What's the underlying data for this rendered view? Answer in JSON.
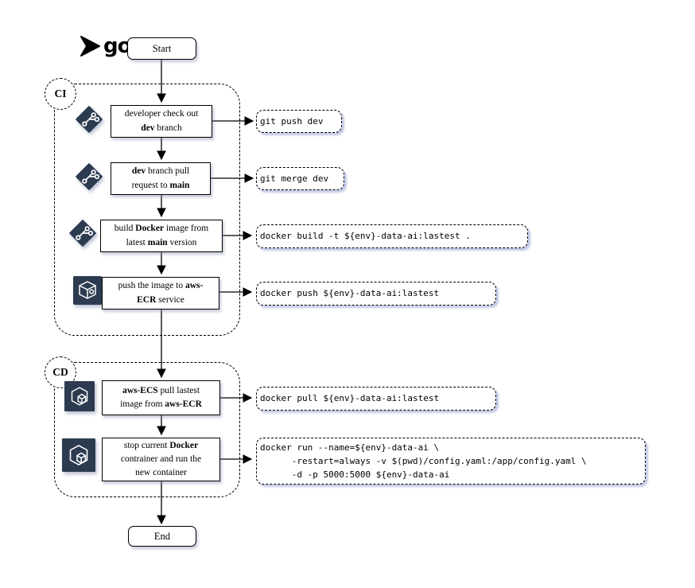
{
  "logo": {
    "text": "go"
  },
  "terminals": {
    "start": "Start",
    "end": "End"
  },
  "groups": [
    {
      "label": "CI"
    },
    {
      "label": "CD"
    }
  ],
  "colors": {
    "icon_bg": "#2d3b50",
    "line": "#000000",
    "command_shadow": "#c3c8e6"
  },
  "rows": [
    {
      "icon": "git-icon",
      "lines": [
        [
          {
            "t": "developer check out",
            "b": 0
          }
        ],
        [
          {
            "t": "dev",
            "b": 1
          },
          {
            "t": " branch",
            "b": 0
          }
        ]
      ],
      "command": "git push dev"
    },
    {
      "icon": "git-icon",
      "lines": [
        [
          {
            "t": "dev",
            "b": 1
          },
          {
            "t": " branch pull",
            "b": 0
          }
        ],
        [
          {
            "t": "request to ",
            "b": 0
          },
          {
            "t": "main",
            "b": 1
          }
        ]
      ],
      "command": "git merge dev"
    },
    {
      "icon": "git-icon",
      "lines": [
        [
          {
            "t": "build ",
            "b": 0
          },
          {
            "t": "Docker",
            "b": 1
          },
          {
            "t": " image from",
            "b": 0
          }
        ],
        [
          {
            "t": "latest ",
            "b": 0
          },
          {
            "t": "main",
            "b": 1
          },
          {
            "t": " version",
            "b": 0
          }
        ]
      ],
      "command": "docker build -t ${env}-data-ai:lastest ."
    },
    {
      "icon": "aws-ecr-icon",
      "lines": [
        [
          {
            "t": "push the image to ",
            "b": 0
          },
          {
            "t": "aws-",
            "b": 1
          }
        ],
        [
          {
            "t": "ECR",
            "b": 1
          },
          {
            "t": " service",
            "b": 0
          }
        ]
      ],
      "command": "docker push ${env}-data-ai:lastest"
    },
    {
      "icon": "aws-ecs-icon",
      "lines": [
        [
          {
            "t": "aws-ECS",
            "b": 1
          },
          {
            "t": " pull lastest",
            "b": 0
          }
        ],
        [
          {
            "t": "image from ",
            "b": 0
          },
          {
            "t": "aws-ECR",
            "b": 1
          }
        ]
      ],
      "command": "docker pull ${env}-data-ai:lastest"
    },
    {
      "icon": "aws-ecs-icon",
      "lines": [
        [
          {
            "t": "stop current ",
            "b": 0
          },
          {
            "t": "Docker",
            "b": 1
          }
        ],
        [
          {
            "t": "contrainer and run the",
            "b": 0
          }
        ],
        [
          {
            "t": "new container",
            "b": 0
          }
        ]
      ],
      "command": "docker run --name=${env}-data-ai \\\n      -restart=always -v $(pwd)/config.yaml:/app/config.yaml \\\n      -d -p 5000:5000 ${env}-data-ai"
    }
  ]
}
